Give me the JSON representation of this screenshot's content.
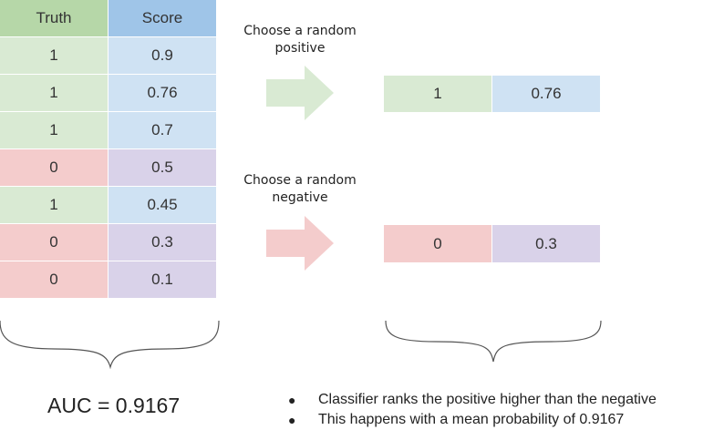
{
  "table": {
    "headers": [
      "Truth",
      "Score"
    ],
    "rows": [
      {
        "truth": "1",
        "score": "0.9"
      },
      {
        "truth": "1",
        "score": "0.76"
      },
      {
        "truth": "1",
        "score": "0.7"
      },
      {
        "truth": "0",
        "score": "0.5"
      },
      {
        "truth": "1",
        "score": "0.45"
      },
      {
        "truth": "0",
        "score": "0.3"
      },
      {
        "truth": "0",
        "score": "0.1"
      }
    ]
  },
  "positive": {
    "label_line1": "Choose a random",
    "label_line2": "positive",
    "truth": "1",
    "score": "0.76"
  },
  "negative": {
    "label_line1": "Choose a random",
    "label_line2": "negative",
    "truth": "0",
    "score": "0.3"
  },
  "auc_text": "AUC = 0.9167",
  "bullets": [
    "Classifier ranks the positive higher than the negative",
    "This happens with a mean probability of 0.9167"
  ],
  "colors": {
    "truth_header": "#b6d7a8",
    "score_header": "#9fc5e8",
    "positive_truth": "#d9ead3",
    "positive_score": "#cfe2f3",
    "negative_truth": "#f4cccc",
    "negative_score": "#d9d2e9",
    "positive_arrow": "#d9ead3",
    "negative_arrow": "#f4cccc",
    "brace": "#555555"
  }
}
